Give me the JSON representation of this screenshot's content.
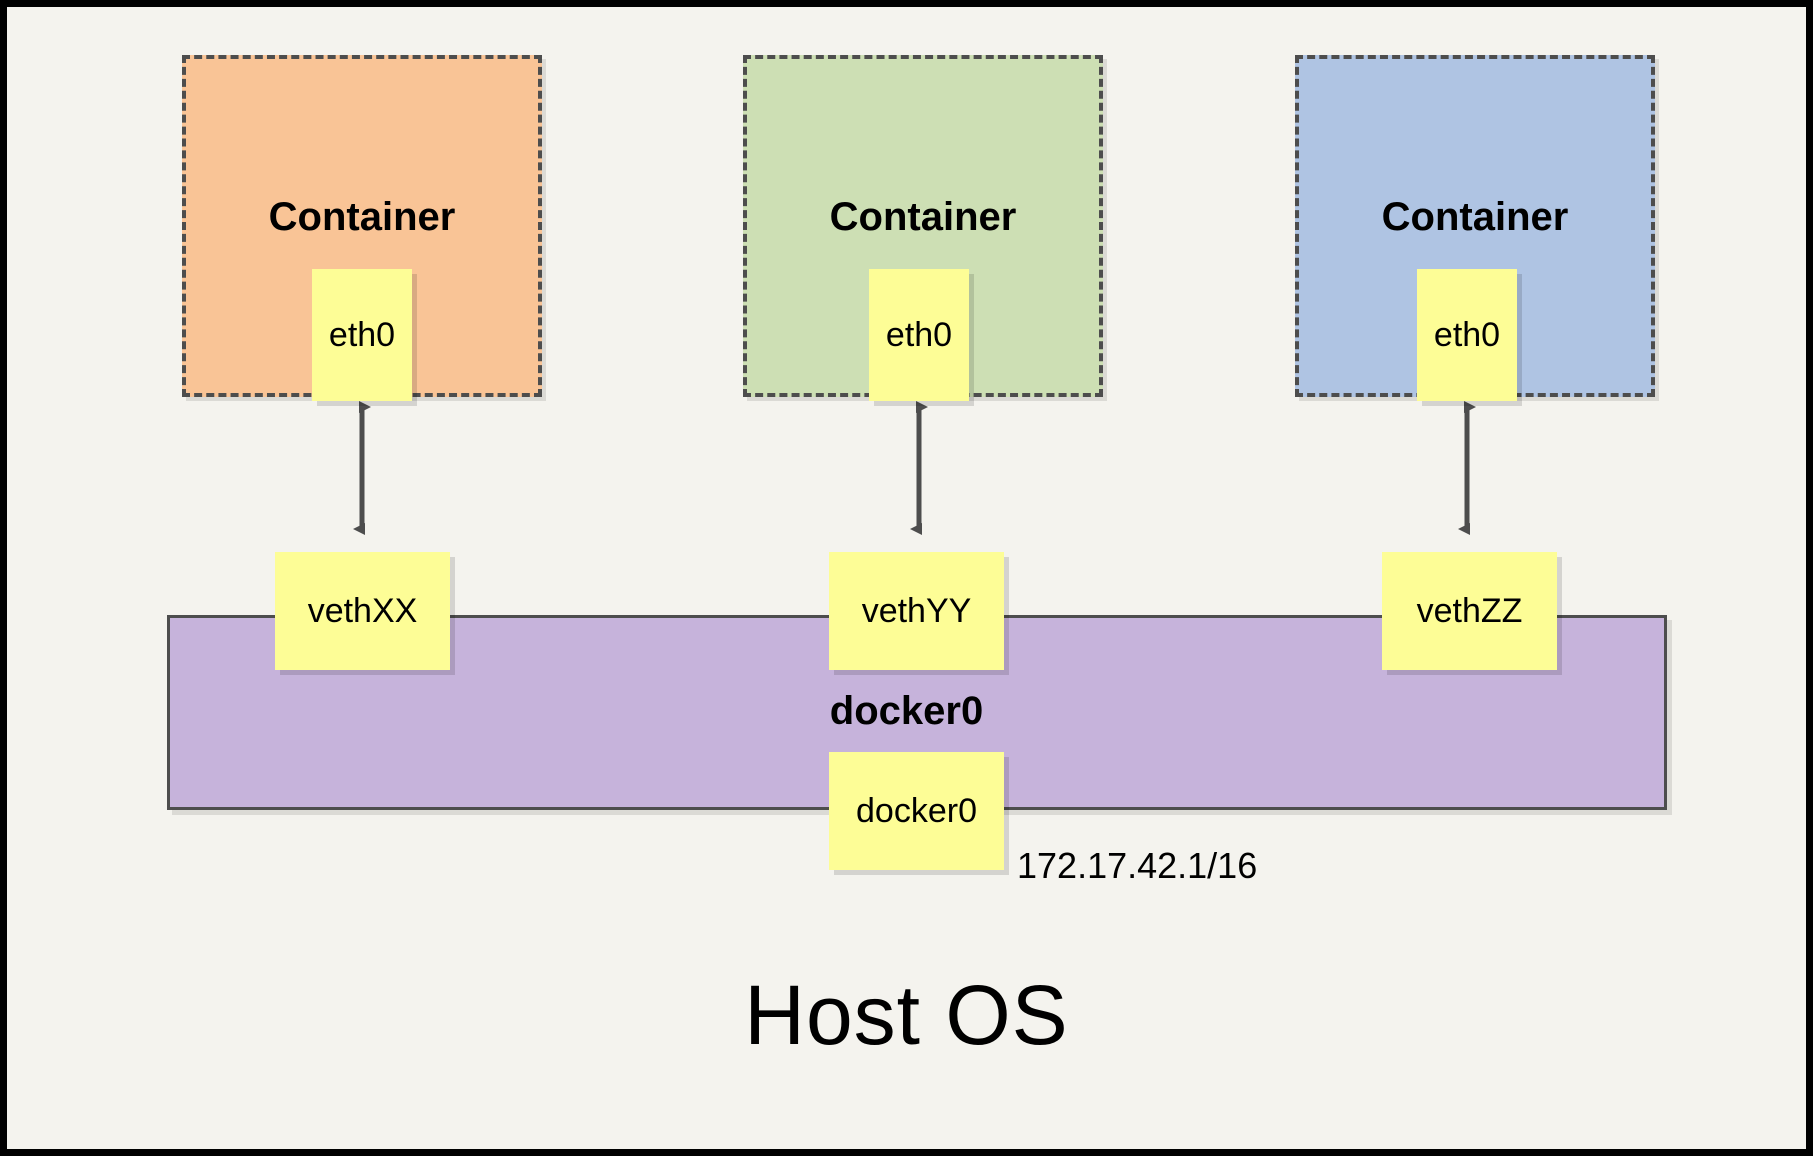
{
  "diagram": {
    "frame_color": "#000000",
    "background_color": "#f4f3ee",
    "host_label": "Host OS",
    "bridge": {
      "title": "docker0",
      "fill_color": "#c6b3db",
      "border_color": "#4d4d4d",
      "interface_label": "docker0",
      "ip_address": "172.17.42.1/16"
    },
    "interface_fill_color": "#fdfd96",
    "containers": [
      {
        "title": "Container",
        "fill_color": "#f9c496",
        "border_color": "#4d4d4d",
        "eth_label": "eth0",
        "veth_label": "vethXX"
      },
      {
        "title": "Container",
        "fill_color": "#cddfb4",
        "border_color": "#4d4d4d",
        "eth_label": "eth0",
        "veth_label": "vethYY"
      },
      {
        "title": "Container",
        "fill_color": "#afc4e3",
        "border_color": "#4d4d4d",
        "eth_label": "eth0",
        "veth_label": "vethZZ"
      }
    ],
    "arrows": [
      {
        "name": "arrow-container-1",
        "direction": "bidirectional"
      },
      {
        "name": "arrow-container-2",
        "direction": "bidirectional"
      },
      {
        "name": "arrow-container-3",
        "direction": "bidirectional"
      }
    ]
  }
}
